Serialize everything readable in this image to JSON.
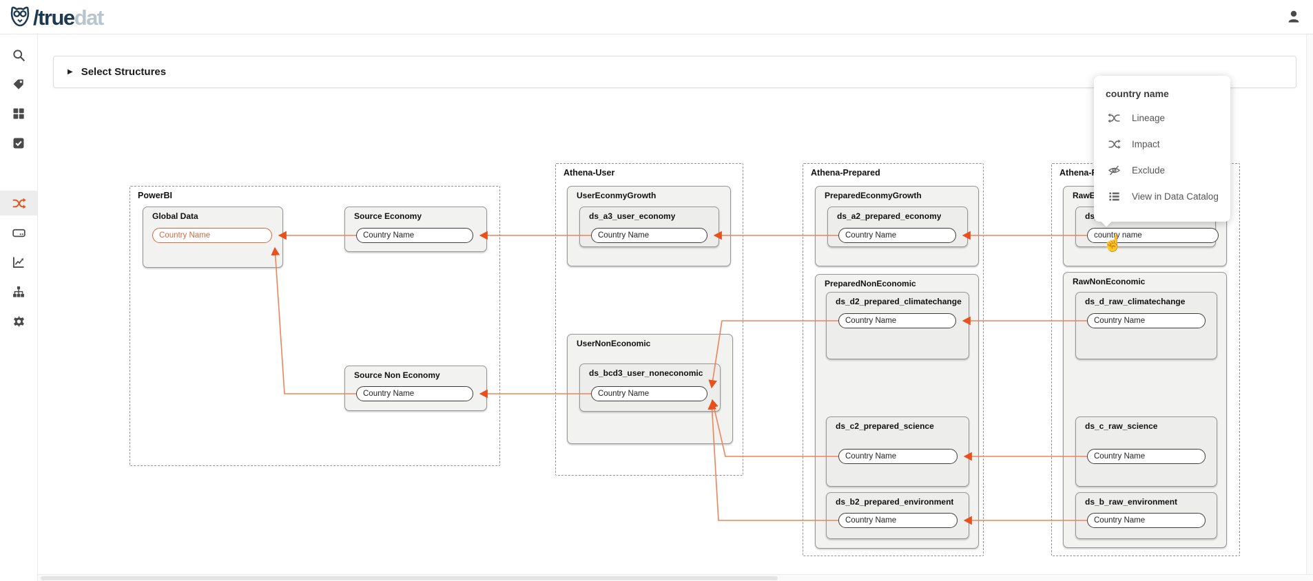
{
  "header": {
    "brand": {
      "slash_true": "/true",
      "dat": "dat"
    }
  },
  "sidebar": {
    "items": [
      {
        "icon": "search-icon",
        "active": false
      },
      {
        "icon": "tag-icon",
        "active": false
      },
      {
        "icon": "grid-icon",
        "active": false
      },
      {
        "icon": "check-square-icon",
        "active": false
      },
      {
        "icon": "shuffle-lineage-icon",
        "active": true
      },
      {
        "icon": "server-icon",
        "active": false
      },
      {
        "icon": "chart-line-icon",
        "active": false
      },
      {
        "icon": "sitemap-icon",
        "active": false
      },
      {
        "icon": "gear-icon",
        "active": false
      }
    ]
  },
  "toolbar": {
    "select_structures_label": "Select Structures"
  },
  "context_menu": {
    "title": "country name",
    "items": [
      {
        "icon": "lineage-icon",
        "label": "Lineage"
      },
      {
        "icon": "impact-icon",
        "label": "Impact"
      },
      {
        "icon": "eye-off-icon",
        "label": "Exclude"
      },
      {
        "icon": "list-icon",
        "label": "View in Data Catalog"
      }
    ]
  },
  "diagram": {
    "powerbi": {
      "label": "PowerBI",
      "global_data": {
        "title": "Global Data",
        "field": "Country Name"
      },
      "source_economy": {
        "title": "Source Economy",
        "field": "Country Name"
      },
      "source_non_economy": {
        "title": "Source Non Economy",
        "field": "Country Name"
      }
    },
    "athena_user": {
      "label": "Athena-User",
      "user_econmy_growth": {
        "title": "UserEconmyGrowth"
      },
      "ds_a3_user_economy": {
        "title": "ds_a3_user_economy",
        "field": "Country Name"
      },
      "user_non_economic": {
        "title": "UserNonEconomic"
      },
      "ds_bcd3_user_noneconomic": {
        "title": "ds_bcd3_user_noneconomic",
        "field": "Country Name"
      }
    },
    "athena_prepared": {
      "label": "Athena-Prepared",
      "prepared_econmy_growth": {
        "title": "PreparedEconmyGrowth"
      },
      "ds_a2_prepared_economy": {
        "title": "ds_a2_prepared_economy",
        "field": "Country Name"
      },
      "prepared_non_economic": {
        "title": "PreparedNonEconomic"
      },
      "ds_d2_prepared_climatechange": {
        "title": "ds_d2_prepared_climatechange",
        "field": "Country Name"
      },
      "ds_c2_prepared_science": {
        "title": "ds_c2_prepared_science",
        "field": "Country Name"
      },
      "ds_b2_prepared_environment": {
        "title": "ds_b2_prepared_environment",
        "field": "Country Name"
      }
    },
    "athena_raw": {
      "label": "Athena-Raw",
      "raw_econmy_growth": {
        "title": "RawEconmyGrowth"
      },
      "ds_a_raw_economy": {
        "title": "ds_a_raw_economy",
        "field": "country name"
      },
      "raw_non_economic": {
        "title": "RawNonEconomic"
      },
      "ds_d_raw_climatechange": {
        "title": "ds_d_raw_climatechange",
        "field": "Country Name"
      },
      "ds_c_raw_science": {
        "title": "ds_c_raw_science",
        "field": "Country Name"
      },
      "ds_b_raw_environment": {
        "title": "ds_b_raw_environment",
        "field": "Country Name"
      }
    }
  },
  "colors": {
    "brand_navy": "#1d3a52",
    "brand_light": "#b6c5ce",
    "accent_orange": "#e5531c",
    "edge_line": "#ef8257",
    "edge_arrow": "#e8501d",
    "highlight_field": "#cf6b3c"
  }
}
